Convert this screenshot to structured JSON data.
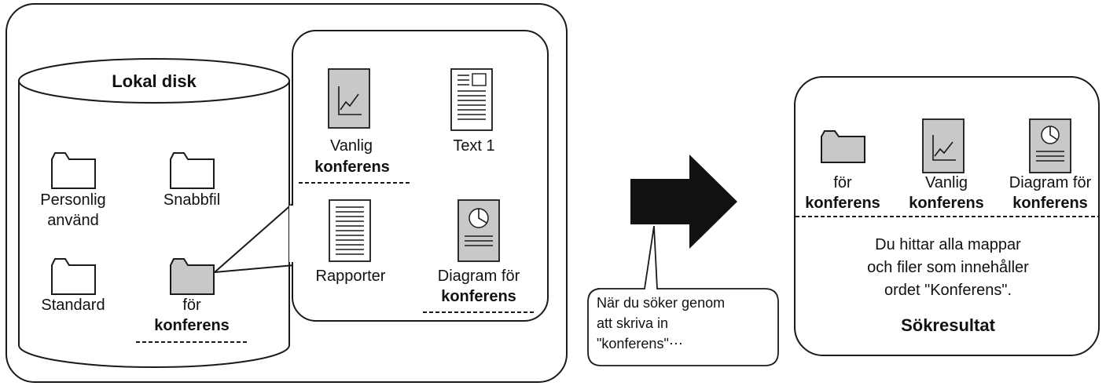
{
  "colors": {
    "stroke": "#1a1a1a",
    "icon_fill_gray": "#c8c8c8",
    "icon_fill_white": "#ffffff",
    "arrow": "#111111"
  },
  "disk": {
    "title": "Lokal disk",
    "folders": [
      {
        "icon": "folder-icon",
        "lines": [
          "Personlig",
          "använd"
        ],
        "bold": ""
      },
      {
        "icon": "folder-icon",
        "lines": [
          "Snabbfil"
        ],
        "bold": ""
      },
      {
        "icon": "folder-icon",
        "lines": [
          "Standard"
        ],
        "bold": ""
      },
      {
        "icon": "folder-gray-icon",
        "lines": [
          "för"
        ],
        "bold": "konferens"
      }
    ]
  },
  "folder_contents": {
    "items": [
      {
        "icon": "line-chart-doc-icon",
        "line1": "Vanlig",
        "bold": "konferens"
      },
      {
        "icon": "text-doc-icon",
        "line1": "Text 1",
        "bold": ""
      },
      {
        "icon": "report-doc-icon",
        "line1": "Rapporter",
        "bold": ""
      },
      {
        "icon": "pie-chart-doc-icon",
        "line1": "Diagram för",
        "bold": "konferens"
      }
    ]
  },
  "search_callout": {
    "lines": [
      "När du söker genom",
      "att skriva in",
      "\"konferens\"⋯"
    ]
  },
  "results": {
    "items": [
      {
        "icon": "folder-icon",
        "line1": "för",
        "bold": "konferens"
      },
      {
        "icon": "line-chart-doc-icon",
        "line1": "Vanlig",
        "bold": "konferens"
      },
      {
        "icon": "pie-chart-doc-icon",
        "line1": "Diagram för",
        "bold": "konferens"
      }
    ],
    "description": [
      "Du hittar alla mappar",
      "och filer som innehåller",
      "ordet \"Konferens\"."
    ],
    "title": "Sökresultat"
  }
}
